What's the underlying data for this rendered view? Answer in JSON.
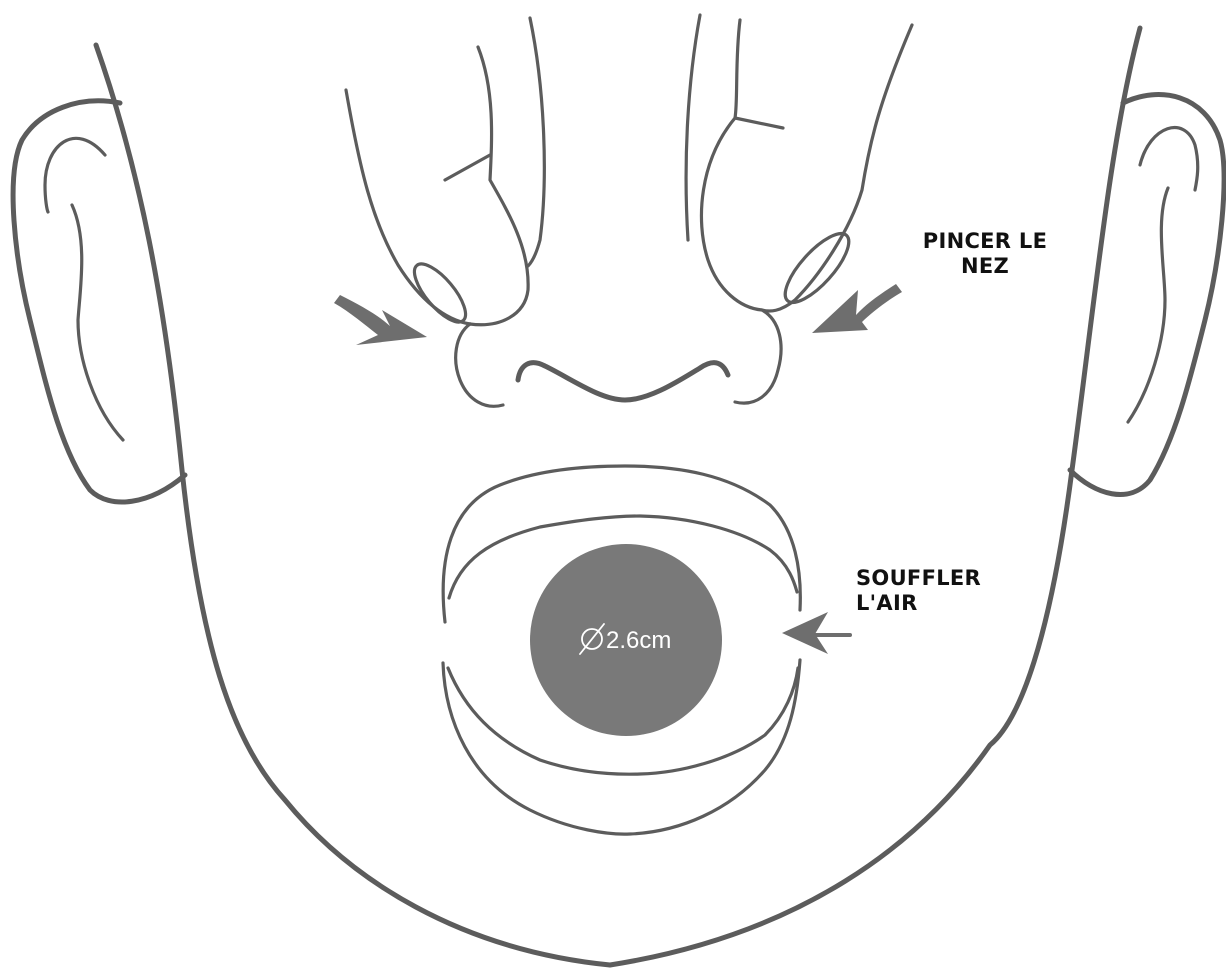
{
  "instructions": {
    "pinch_nose": {
      "line1": "PINCER LE",
      "line2": "NEZ"
    },
    "blow_air": {
      "line1": "SOUFFLER",
      "line2": "L'AIR"
    }
  },
  "mouth_opening": {
    "diameter_label": "2.6cm",
    "symbol": "diameter-icon"
  },
  "colors": {
    "outline": "#5c5c5c",
    "arrow": "#6e6e6e",
    "mouth_disc": "#797979",
    "text": "#111111",
    "background": "#ffffff"
  }
}
